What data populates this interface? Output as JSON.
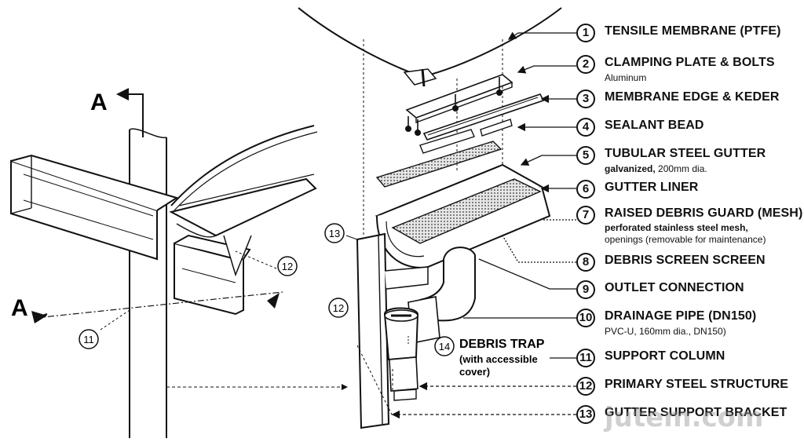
{
  "section_marks": {
    "top": "A",
    "bottom": "A"
  },
  "callouts": [
    {
      "num": "1",
      "title": "TENSILE MEMBRANE (PTFE)"
    },
    {
      "num": "2",
      "title": "CLAMPING PLATE & BOLTS",
      "sub": "Aluminum"
    },
    {
      "num": "3",
      "title": "MEMBRANE EDGE & KEDER"
    },
    {
      "num": "4",
      "title": "SEALANT BEAD"
    },
    {
      "num": "5",
      "title": "TUBULAR STEEL GUTTER",
      "sub_bold": "galvanized,",
      "sub": "200mm dia."
    },
    {
      "num": "6",
      "title": "GUTTER LINER"
    },
    {
      "num": "7",
      "title": "RAISED DEBRIS GUARD (MESH)",
      "sub_bold": "perforated stainless steel mesh,",
      "sub2": "openings (removable for maintenance)"
    },
    {
      "num": "8",
      "title": "DEBRIS SCREEN SCREEN"
    },
    {
      "num": "9",
      "title": "OUTLET CONNECTION"
    },
    {
      "num": "10",
      "title": "DRAINAGE PIPE (DN150)",
      "sub": "PVC-U, 160mm dia., DN150)"
    },
    {
      "num": "11",
      "title": "SUPPORT COLUMN"
    },
    {
      "num": "12",
      "title": "PRIMARY STEEL STRUCTURE"
    },
    {
      "num": "13",
      "title": "GUTTER SUPPORT BRACKET"
    }
  ],
  "inline_labels": {
    "left_11": "11",
    "left_12": "12",
    "center_12": "12",
    "center_13": "13",
    "trap_num": "14",
    "trap_title": "DEBRIS TRAP",
    "trap_sub1": "(with accessible",
    "trap_sub2": "cover)"
  },
  "watermark": "jutem.com"
}
